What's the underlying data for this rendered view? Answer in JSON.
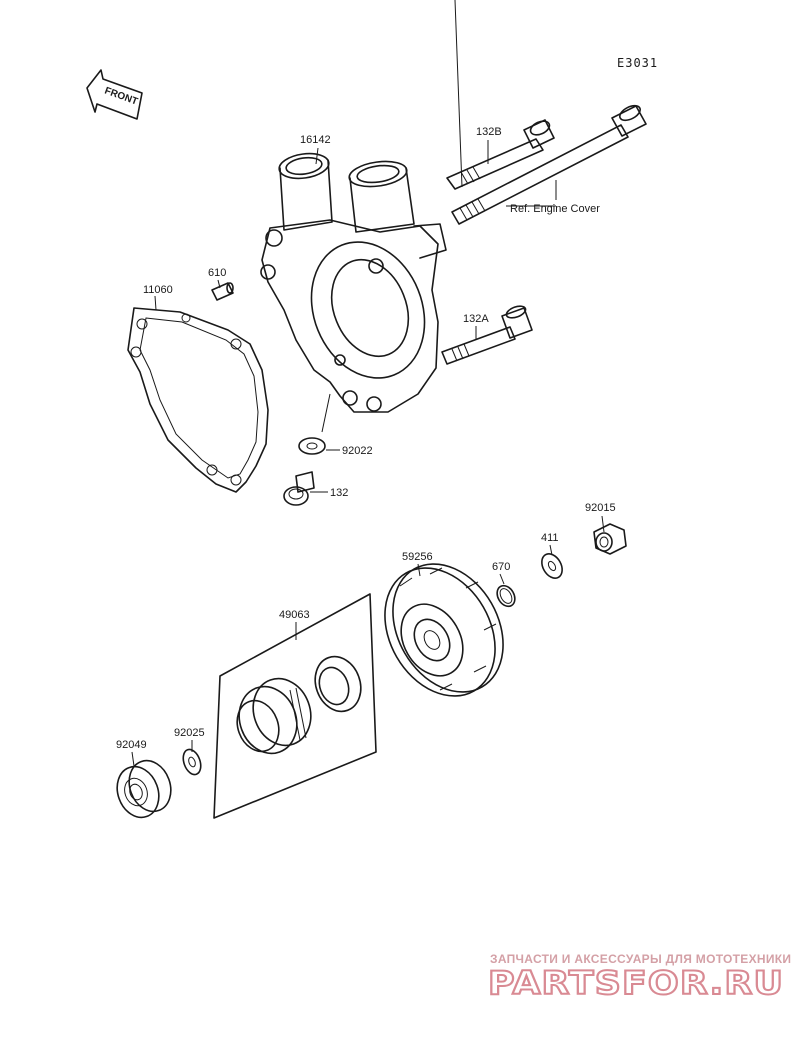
{
  "diagram_code": "E3031",
  "front_label": "FRONT",
  "parts": {
    "p16142": "16142",
    "p132B": "132B",
    "ref_cover": "Ref. Engine Cover",
    "p610": "610",
    "p11060": "11060",
    "p132A": "132A",
    "p92022": "92022",
    "p132": "132",
    "p92015": "92015",
    "p411": "411",
    "p670": "670",
    "p59256": "59256",
    "p49063": "49063",
    "p92049": "92049",
    "p92025": "92025"
  },
  "watermark": {
    "tagline": "ЗАПЧАСТИ И АКСЕССУАРЫ ДЛЯ МОТОТЕХНИКИ",
    "logo": "PARTSFOR.RU"
  },
  "colors": {
    "line": "#1a1a1a",
    "watermark": "#d98a93",
    "background": "#ffffff"
  }
}
